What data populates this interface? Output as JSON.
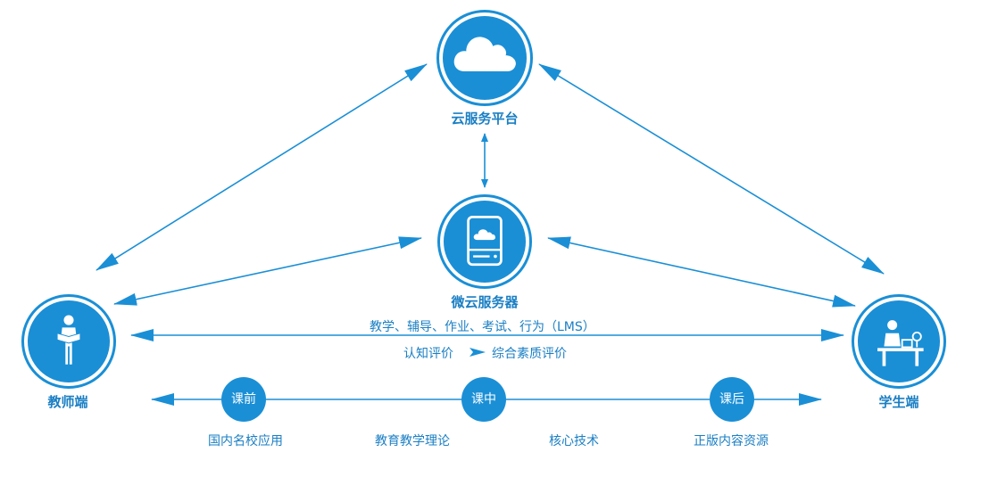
{
  "nodes": {
    "cloud_platform": {
      "label": "云服务平台",
      "icon": "cloud-icon"
    },
    "micro_server": {
      "label": "微云服务器",
      "icon": "server-drive-icon"
    },
    "teacher": {
      "label": "教师端",
      "icon": "teacher-reading-icon"
    },
    "student": {
      "label": "学生端",
      "icon": "student-desk-icon"
    }
  },
  "flow": {
    "lms_text": "教学、辅导、作业、考试、行为（LMS）",
    "eval_from": "认知评价",
    "eval_to": "综合素质评价"
  },
  "stages": [
    {
      "label": "课前"
    },
    {
      "label": "课中"
    },
    {
      "label": "课后"
    }
  ],
  "bottom_labels": [
    {
      "label": "国内名校应用"
    },
    {
      "label": "教育教学理论"
    },
    {
      "label": "核心技术"
    },
    {
      "label": "正版内容资源"
    }
  ],
  "colors": {
    "primary": "#1a8fd6",
    "label": "#1a7fc4"
  }
}
